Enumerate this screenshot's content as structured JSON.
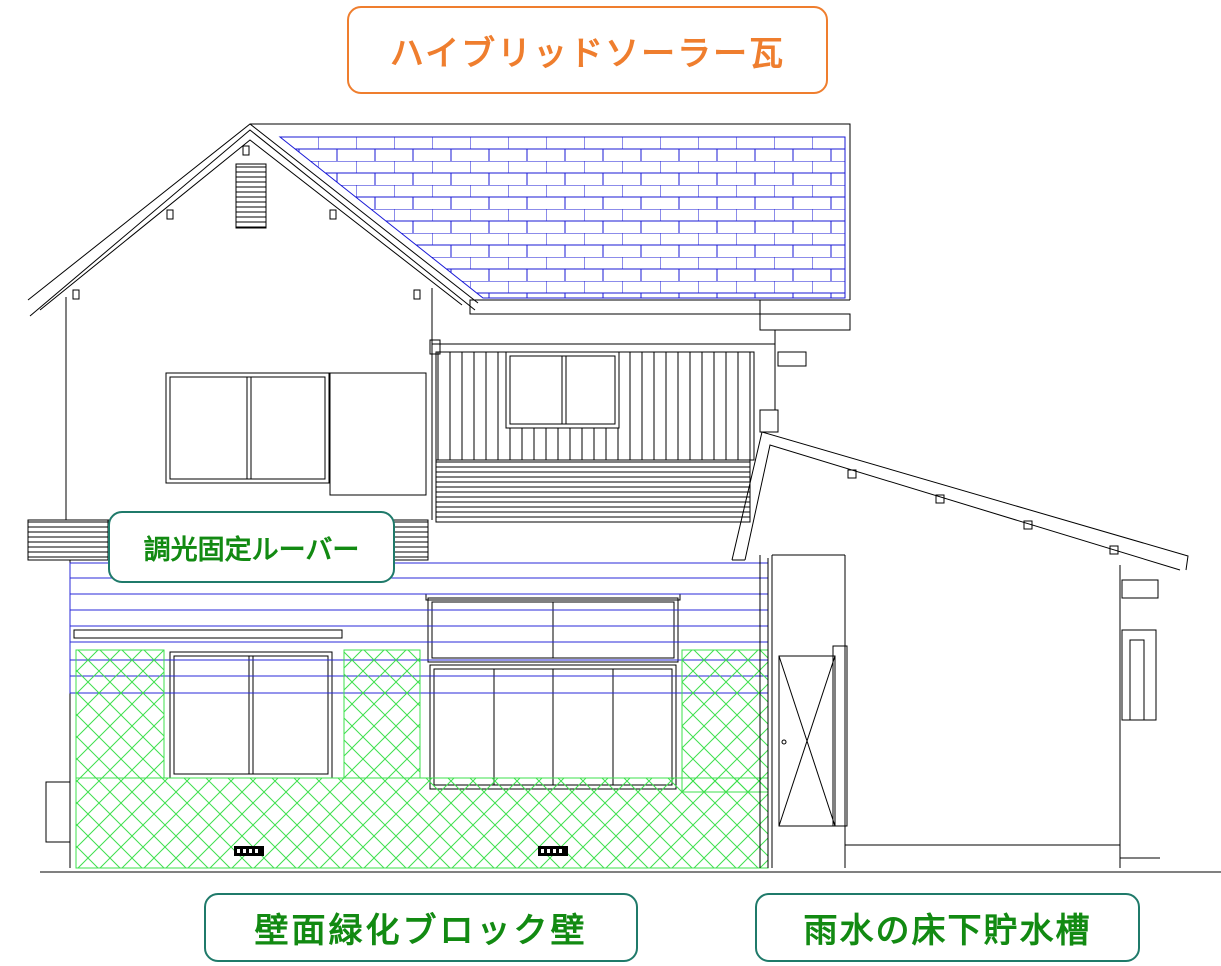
{
  "labels": {
    "solar_tile": "ハイブリッドソーラー瓦",
    "louver": "調光固定ルーバー",
    "green_wall": "壁面緑化ブロック壁",
    "rain_tank": "雨水の床下貯水槽"
  },
  "colors": {
    "solar_label": "#ef7e2e",
    "green_label_text": "#128a12",
    "label_border": "#1f7a6a",
    "solar_tile_lines": "#1a1ad6",
    "louver_lines": "#2a2ad8",
    "green_wall_hatch": "#3ee04e",
    "building_lines": "#000000"
  }
}
